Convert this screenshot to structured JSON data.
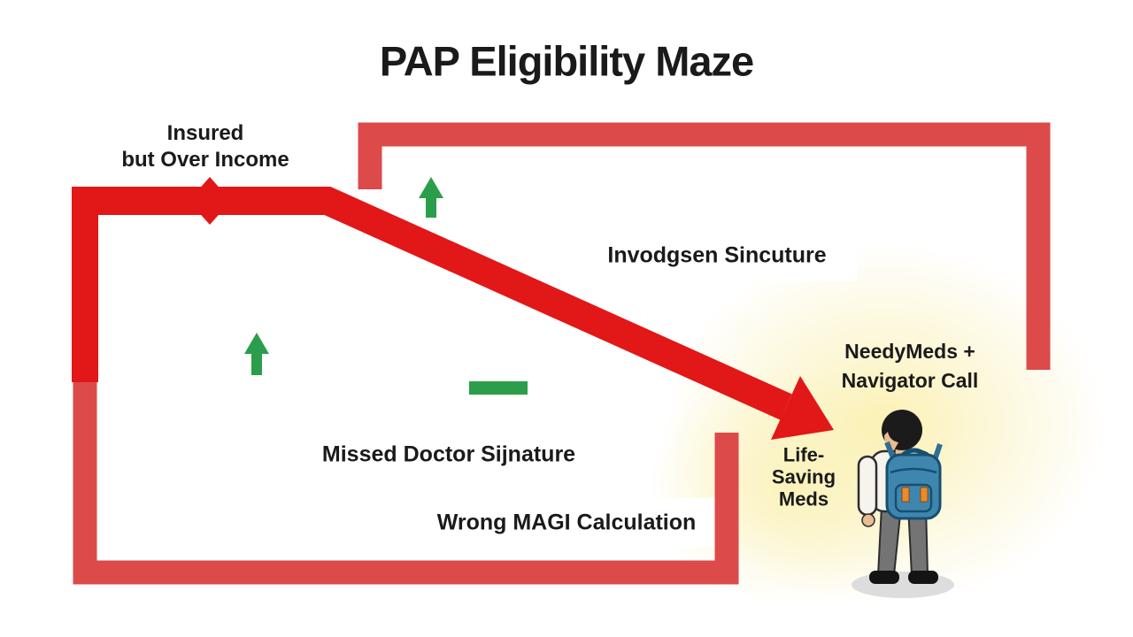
{
  "title": "PAP Eligibility Maze",
  "start_label": {
    "line1": "Insured",
    "line2": "but Over Income"
  },
  "maze_labels": {
    "obstacle_top": "Invodgsen Sincuture",
    "obstacle_mid": "Missed Doctor Sijnature",
    "obstacle_bottom": "Wrong MAGI Calculation"
  },
  "solution_label": {
    "line1": "NeedyMeds +",
    "line2": "Navigator Call"
  },
  "goal_label": {
    "line1": "Life-",
    "line2": "Saving",
    "line3": "Meds"
  },
  "icons": {
    "person": "person-with-backpack-icon",
    "path_marker": "red-diamond-marker",
    "path_arrow": "red-arrow-down-right-icon",
    "hint_arrow": "green-up-arrow-icon"
  },
  "colors": {
    "path-red": "#e21717",
    "border-red": "#dc4a4a",
    "wall-green": "#3fae58",
    "wall-green-dark": "#2b9e4b",
    "wall-green-light": "#7cc98c",
    "glow-yellow": "#fcf3b4",
    "text-dark": "#1a1a1a",
    "backpack-blue": "#3f86ae",
    "backpack-outline": "#174f70",
    "pants-gray": "#747474",
    "skin": "#e9bd92",
    "jacket": "#f7f4ee",
    "shadow": "#dddddd",
    "accent-orange": "#ec8a2b"
  }
}
